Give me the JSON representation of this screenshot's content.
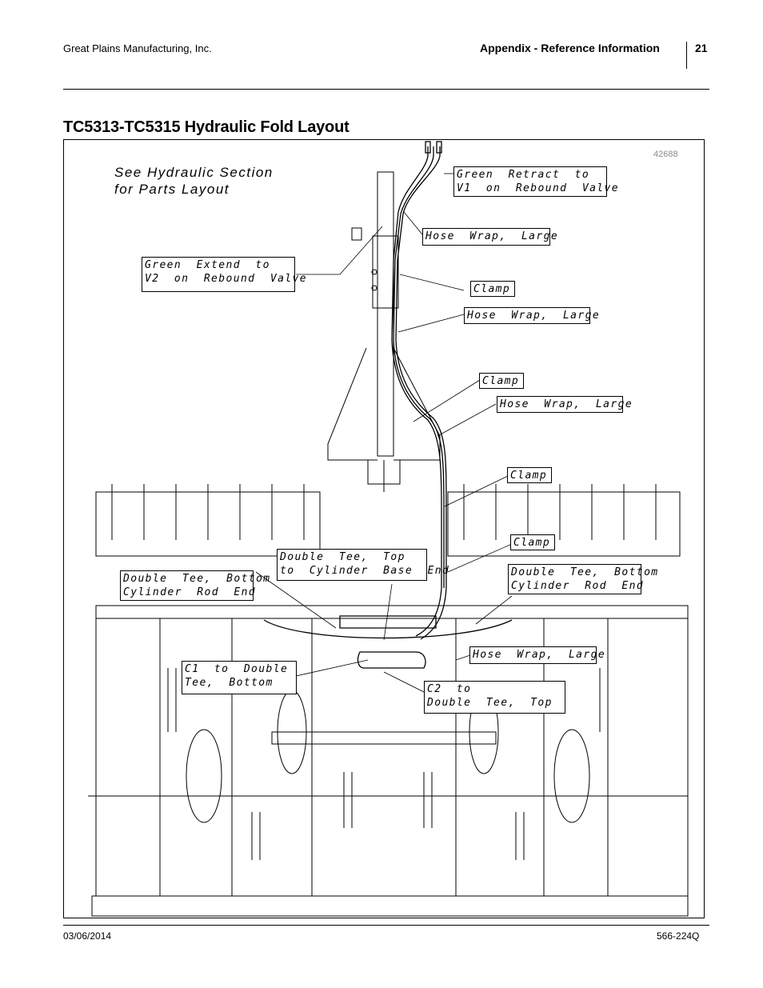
{
  "header": {
    "company": "Great Plains Manufacturing, Inc.",
    "section": "Appendix - Reference Information",
    "page_number": "21"
  },
  "title": "TC5313-TC5315 Hydraulic Fold Layout",
  "figure": {
    "figure_number": "42688",
    "note_line1": "See  Hydraulic  Section",
    "note_line2": "for  Parts  Layout",
    "callouts": {
      "green_retract": "Green  Retract  to\nV1  on  Rebound  Valve",
      "hose_wrap_1": "Hose  Wrap,  Large",
      "green_extend": "Green  Extend  to\nV2  on  Rebound  Valve",
      "clamp_1": "Clamp",
      "hose_wrap_2": "Hose  Wrap,  Large",
      "clamp_2": "Clamp",
      "hose_wrap_3": "Hose  Wrap,  Large",
      "clamp_3": "Clamp",
      "clamp_4": "Clamp",
      "double_tee_top": "Double  Tee,  Top\nto  Cylinder  Base  End",
      "double_tee_bottom_left": "Double  Tee,  Bottom\nCylinder  Rod  End",
      "double_tee_bottom_right": "Double  Tee,  Bottom\nCylinder  Rod  End",
      "hose_wrap_4": "Hose  Wrap,  Large",
      "c1": "C1  to  Double\nTee,  Bottom",
      "c2": "C2  to\nDouble  Tee,  Top"
    }
  },
  "footer": {
    "date": "03/06/2014",
    "doc_number": "566-224Q"
  }
}
